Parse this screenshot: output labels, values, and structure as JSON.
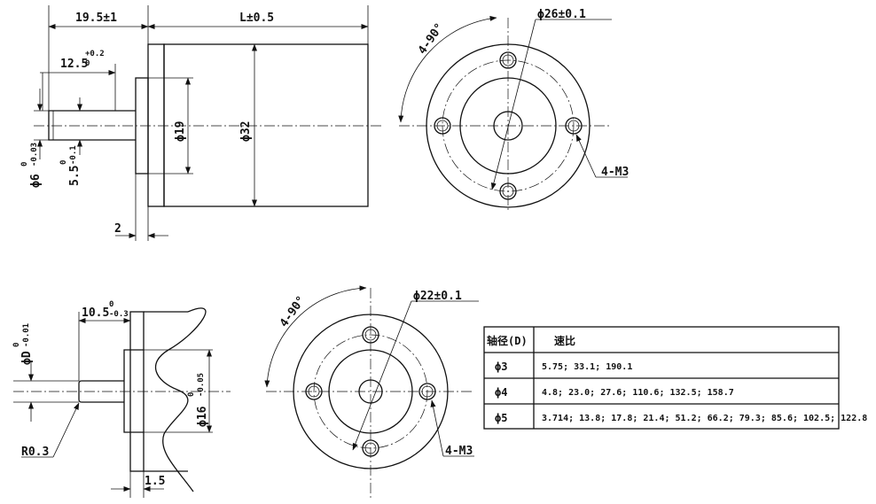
{
  "top_side": {
    "dim_shaft_total": "19.5±1",
    "dim_body_length": "L±0.5",
    "dim_shaft_flat": "12.5",
    "dim_shaft_flat_tol_upper": "+0.2",
    "dim_shaft_flat_tol_lower": "0",
    "dim_shaft_dia": "ϕ6",
    "dim_shaft_dia_tol_upper": "0",
    "dim_shaft_dia_tol_lower": "-0.03",
    "dim_flat_height": "5.5",
    "dim_flat_height_tol_upper": "0",
    "dim_flat_height_tol_lower": "-0.1",
    "dim_flange_dia": "ϕ19",
    "dim_body_dia": "ϕ32",
    "dim_flange_thickness": "2"
  },
  "top_front": {
    "dim_hole_circle": "ϕ26±0.1",
    "dim_angle": "4-90°",
    "dim_holes": "4-M3"
  },
  "bottom_side": {
    "dim_shaft_length": "10.5",
    "dim_shaft_length_tol_upper": "0",
    "dim_shaft_length_tol_lower": "-0.3",
    "dim_shaft_dia": "ϕD",
    "dim_shaft_dia_tol_upper": "0",
    "dim_shaft_dia_tol_lower": "-0.01",
    "dim_radius": "R0.3",
    "dim_boss_dia": "ϕ16",
    "dim_boss_dia_tol_upper": "0",
    "dim_boss_dia_tol_lower": "-0.05",
    "dim_flange_thickness": "1.5"
  },
  "bottom_front": {
    "dim_hole_circle": "ϕ22±0.1",
    "dim_angle": "4-90°",
    "dim_holes": "4-M3"
  },
  "ratio_table": {
    "header_shaft": "轴径(D)",
    "header_ratio": "速比",
    "rows": [
      {
        "shaft": "ϕ3",
        "ratios": "5.75; 33.1; 190.1"
      },
      {
        "shaft": "ϕ4",
        "ratios": "4.8; 23.0; 27.6; 110.6; 132.5; 158.7"
      },
      {
        "shaft": "ϕ5",
        "ratios": "3.714; 13.8; 17.8; 21.4; 51.2; 66.2; 79.3; 85.6; 102.5; 122.8"
      }
    ]
  }
}
